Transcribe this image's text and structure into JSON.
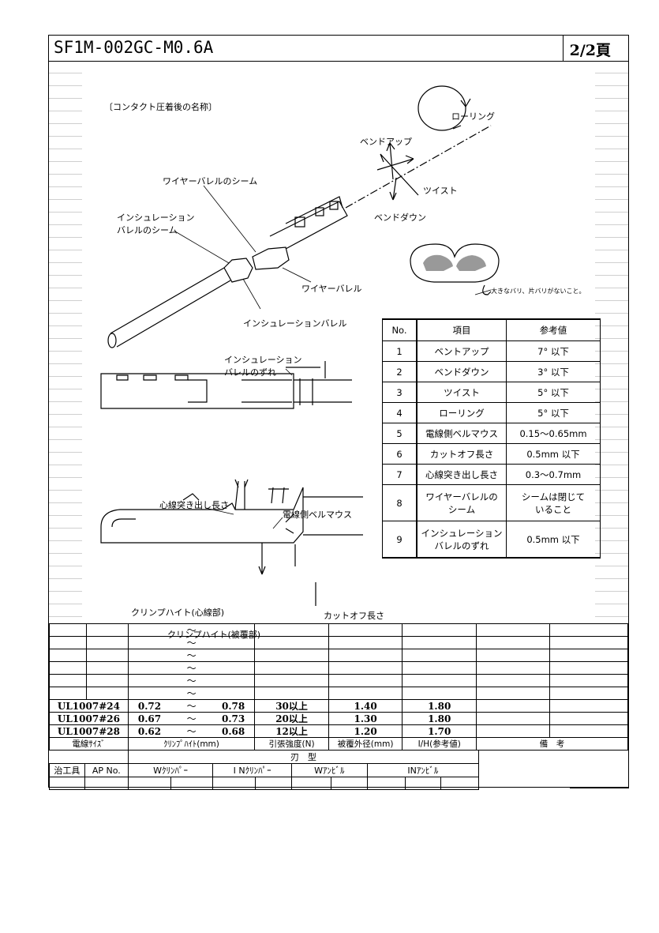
{
  "header": {
    "title": "SF1M-002GC-M0.6A",
    "page": "2/2頁"
  },
  "diagram": {
    "caption": "〔コンタクト圧着後の名称〕",
    "rolling": "ローリング",
    "bend_up": "ベンドアップ",
    "twist": "ツイスト",
    "bend_down": "ベンドダウン",
    "wire_barrel_seam": "ワイヤーバレルのシーム",
    "insulation_barrel_seam_1": "インシュレーション",
    "insulation_barrel_seam_2": "バレルのシーム",
    "wire_barrel": "ワイヤーバレル",
    "insulation_barrel": "インシュレーションバレル",
    "burr_note": "大きなバリ、片バリがないこと。",
    "ins_shift_1": "インシュレーション",
    "ins_shift_2": "バレルのずれ",
    "core_protrusion": "心線突き出し長さ",
    "bellmouth": "電線側ベルマウス",
    "crimp_core": "クリンプハイト(心線部)",
    "crimp_cover": "クリンプハイト(被覆部)",
    "cutoff": "カットオフ長さ"
  },
  "table": {
    "headers": [
      "No.",
      "項目",
      "参考値"
    ],
    "rows": [
      {
        "no": "1",
        "item": "ベントアップ",
        "value": "7°  以下"
      },
      {
        "no": "2",
        "item": "ベンドダウン",
        "value": "3°  以下"
      },
      {
        "no": "3",
        "item": "ツイスト",
        "value": "5°  以下"
      },
      {
        "no": "4",
        "item": "ローリング",
        "value": "5°  以下"
      },
      {
        "no": "5",
        "item": "電線側ベルマウス",
        "value": "0.15～0.65mm"
      },
      {
        "no": "6",
        "item": "カットオフ長さ",
        "value": "0.5mm 以下"
      },
      {
        "no": "7",
        "item": "心線突き出し長さ",
        "value": "0.3～0.7mm"
      },
      {
        "no": "8",
        "item": "ワイヤーバレルの|シーム",
        "value": "シームは閉じて|いること"
      },
      {
        "no": "9",
        "item": "インシュレーション|バレルのずれ",
        "value": "0.5mm 以下"
      }
    ]
  },
  "spec": {
    "tilde": "～",
    "rows": [
      {
        "wire": "UL1007#24",
        "ch_min": "0.72",
        "ch_max": "0.78",
        "tensile": "30以上",
        "od": "1.40",
        "ih": "1.80"
      },
      {
        "wire": "UL1007#26",
        "ch_min": "0.67",
        "ch_max": "0.73",
        "tensile": "20以上",
        "od": "1.30",
        "ih": "1.80"
      },
      {
        "wire": "UL1007#28",
        "ch_min": "0.62",
        "ch_max": "0.68",
        "tensile": "12以上",
        "od": "1.20",
        "ih": "1.70"
      }
    ],
    "labels": {
      "wire": "電線ｻｲｽﾞ",
      "crimp": "ｸﾘﾝﾌﾟﾊｲﾄ(mm)",
      "tensile": "引張強度(N)",
      "od": "被覆外径(mm)",
      "ih": "I/H(参考値)",
      "note": "備　考"
    }
  },
  "bottom": {
    "blade": "刃　型",
    "tool": "治工具",
    "ap": "AP No.",
    "w_crimper": "Wｸﾘﾝﾊﾟｰ",
    "in_crimper": "I Nｸﾘﾝﾊﾟｰ",
    "w_anvil": "Wｱﾝﾋﾞﾙ",
    "in_anvil": "INｱﾝﾋﾞﾙ"
  }
}
